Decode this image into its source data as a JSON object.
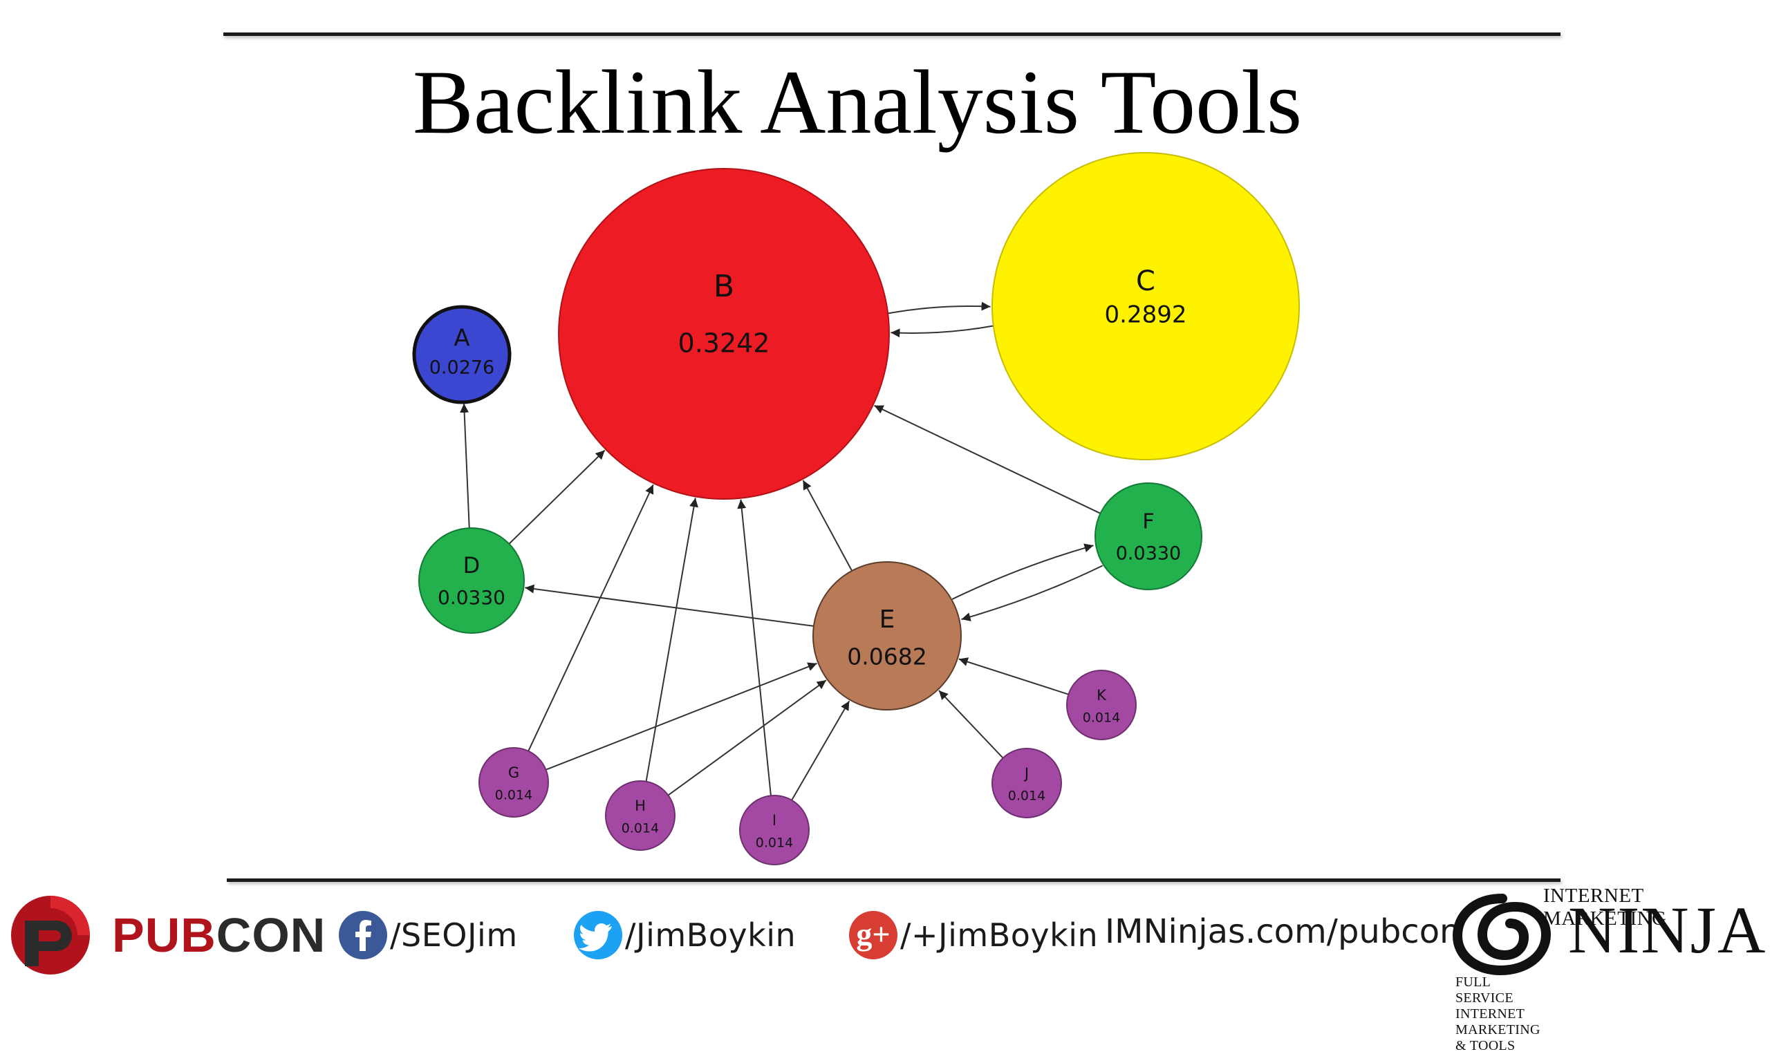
{
  "slide": {
    "title": "Backlink Analysis Tools"
  },
  "graph": {
    "nodes": [
      {
        "id": "A",
        "label": "A",
        "value": "0.0276",
        "color": "#3c47d1"
      },
      {
        "id": "B",
        "label": "B",
        "value": "0.3242",
        "color": "#ed1c24"
      },
      {
        "id": "C",
        "label": "C",
        "value": "0.2892",
        "color": "#fff200"
      },
      {
        "id": "D",
        "label": "D",
        "value": "0.0330",
        "color": "#22b14c"
      },
      {
        "id": "E",
        "label": "E",
        "value": "0.0682",
        "color": "#b97a57"
      },
      {
        "id": "F",
        "label": "F",
        "value": "0.0330",
        "color": "#22b14c"
      },
      {
        "id": "G",
        "label": "G",
        "value": "0.014",
        "color": "#a349a4"
      },
      {
        "id": "H",
        "label": "H",
        "value": "0.014",
        "color": "#a349a4"
      },
      {
        "id": "I",
        "label": "I",
        "value": "0.014",
        "color": "#a349a4"
      },
      {
        "id": "J",
        "label": "J",
        "value": "0.014",
        "color": "#a349a4"
      },
      {
        "id": "K",
        "label": "K",
        "value": "0.014",
        "color": "#a349a4"
      }
    ],
    "edges": [
      {
        "from": "B",
        "to": "C"
      },
      {
        "from": "C",
        "to": "B"
      },
      {
        "from": "D",
        "to": "A"
      },
      {
        "from": "D",
        "to": "B"
      },
      {
        "from": "E",
        "to": "B"
      },
      {
        "from": "E",
        "to": "D"
      },
      {
        "from": "E",
        "to": "F"
      },
      {
        "from": "F",
        "to": "E"
      },
      {
        "from": "F",
        "to": "B"
      },
      {
        "from": "G",
        "to": "B"
      },
      {
        "from": "G",
        "to": "E"
      },
      {
        "from": "H",
        "to": "B"
      },
      {
        "from": "H",
        "to": "E"
      },
      {
        "from": "I",
        "to": "B"
      },
      {
        "from": "I",
        "to": "E"
      },
      {
        "from": "J",
        "to": "E"
      },
      {
        "from": "K",
        "to": "E"
      }
    ]
  },
  "footer": {
    "brand": {
      "part1": "PUB",
      "part2": "CON",
      "color1": "#b0131c",
      "color2": "#2b2b2b"
    },
    "facebook": {
      "handle": "/SEOJim",
      "icon": "facebook-icon",
      "color": "#3b5998"
    },
    "twitter": {
      "handle": "/JimBoykin",
      "icon": "twitter-icon",
      "color": "#1da1f2"
    },
    "googleplus": {
      "handle": "/+JimBoykin",
      "icon": "google-plus-icon",
      "glyph": "g+",
      "color": "#d73d32"
    },
    "site": "IMNinjas.com/pubcon",
    "ninjas": {
      "top": "INTERNET MARKETING",
      "main": "NINJAS",
      "sub": "FULL SERVICE INTERNET MARKETING & TOOLS"
    }
  }
}
